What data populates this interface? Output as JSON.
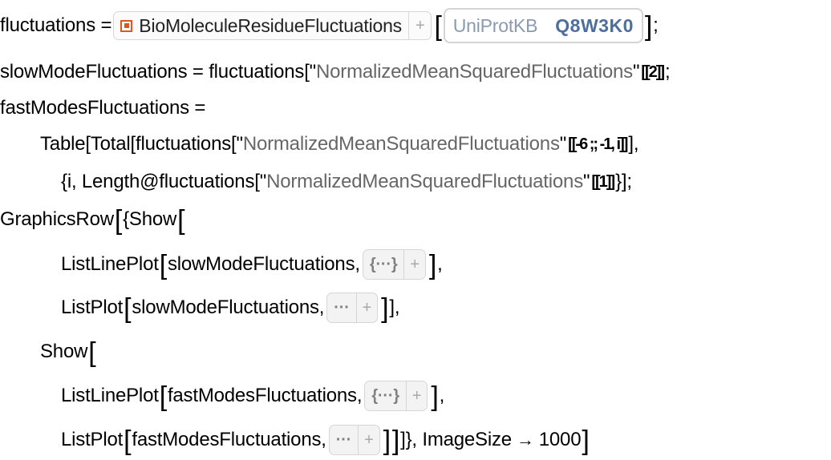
{
  "lines": {
    "l1": {
      "a": "fluctuations = ",
      "entity_label": "BioMoleculeResidueFluctuations",
      "entity_plus": "+",
      "uni_db": "UniProtKB",
      "uni_id": "Q8W3K0",
      "end": ";"
    },
    "l2": {
      "a": "slowModeFluctuations = fluctuations[\"",
      "str": "NormalizedMeanSquaredFluctuations ",
      "b": "\"",
      "part": "[[2]]",
      "end": ";"
    },
    "l3": {
      "a": "fastModesFluctuations ="
    },
    "l4": {
      "a": "Table[Total[fluctuations[\"",
      "str": "NormalizedMeanSquaredFluctuations ",
      "b": "\"",
      "part": "[[-6 ;; -1, i]]",
      "end": "],"
    },
    "l5": {
      "a": "{i, Length@fluctuations[\"",
      "str": "NormalizedMeanSquaredFluctuations ",
      "b": "\"",
      "part": "[[1]]",
      "end": "}];"
    },
    "l6": {
      "a": "GraphicsRow",
      "b": "{Show"
    },
    "l7": {
      "a": "ListLinePlot",
      "b": "slowModeFluctuations, ",
      "elide": "{···}",
      "plus": "+",
      "end": ","
    },
    "l8": {
      "a": "ListPlot",
      "b": "slowModeFluctuations, ",
      "elide": "···",
      "plus": "+",
      "end": "],"
    },
    "l9": {
      "a": "Show"
    },
    "l10": {
      "a": "ListLinePlot",
      "b": "fastModesFluctuations, ",
      "elide": "{···}",
      "plus": "+",
      "end": ","
    },
    "l11": {
      "a": "ListPlot",
      "b": "fastModesFluctuations, ",
      "elide": "···",
      "plus": "+",
      "end": "]}, ImageSize",
      "arrow": "→",
      "size": "1000"
    }
  },
  "colors": {
    "string": "#666666",
    "entity_icon": "#e0561b",
    "uniprot_id": "#4d6f9d"
  }
}
